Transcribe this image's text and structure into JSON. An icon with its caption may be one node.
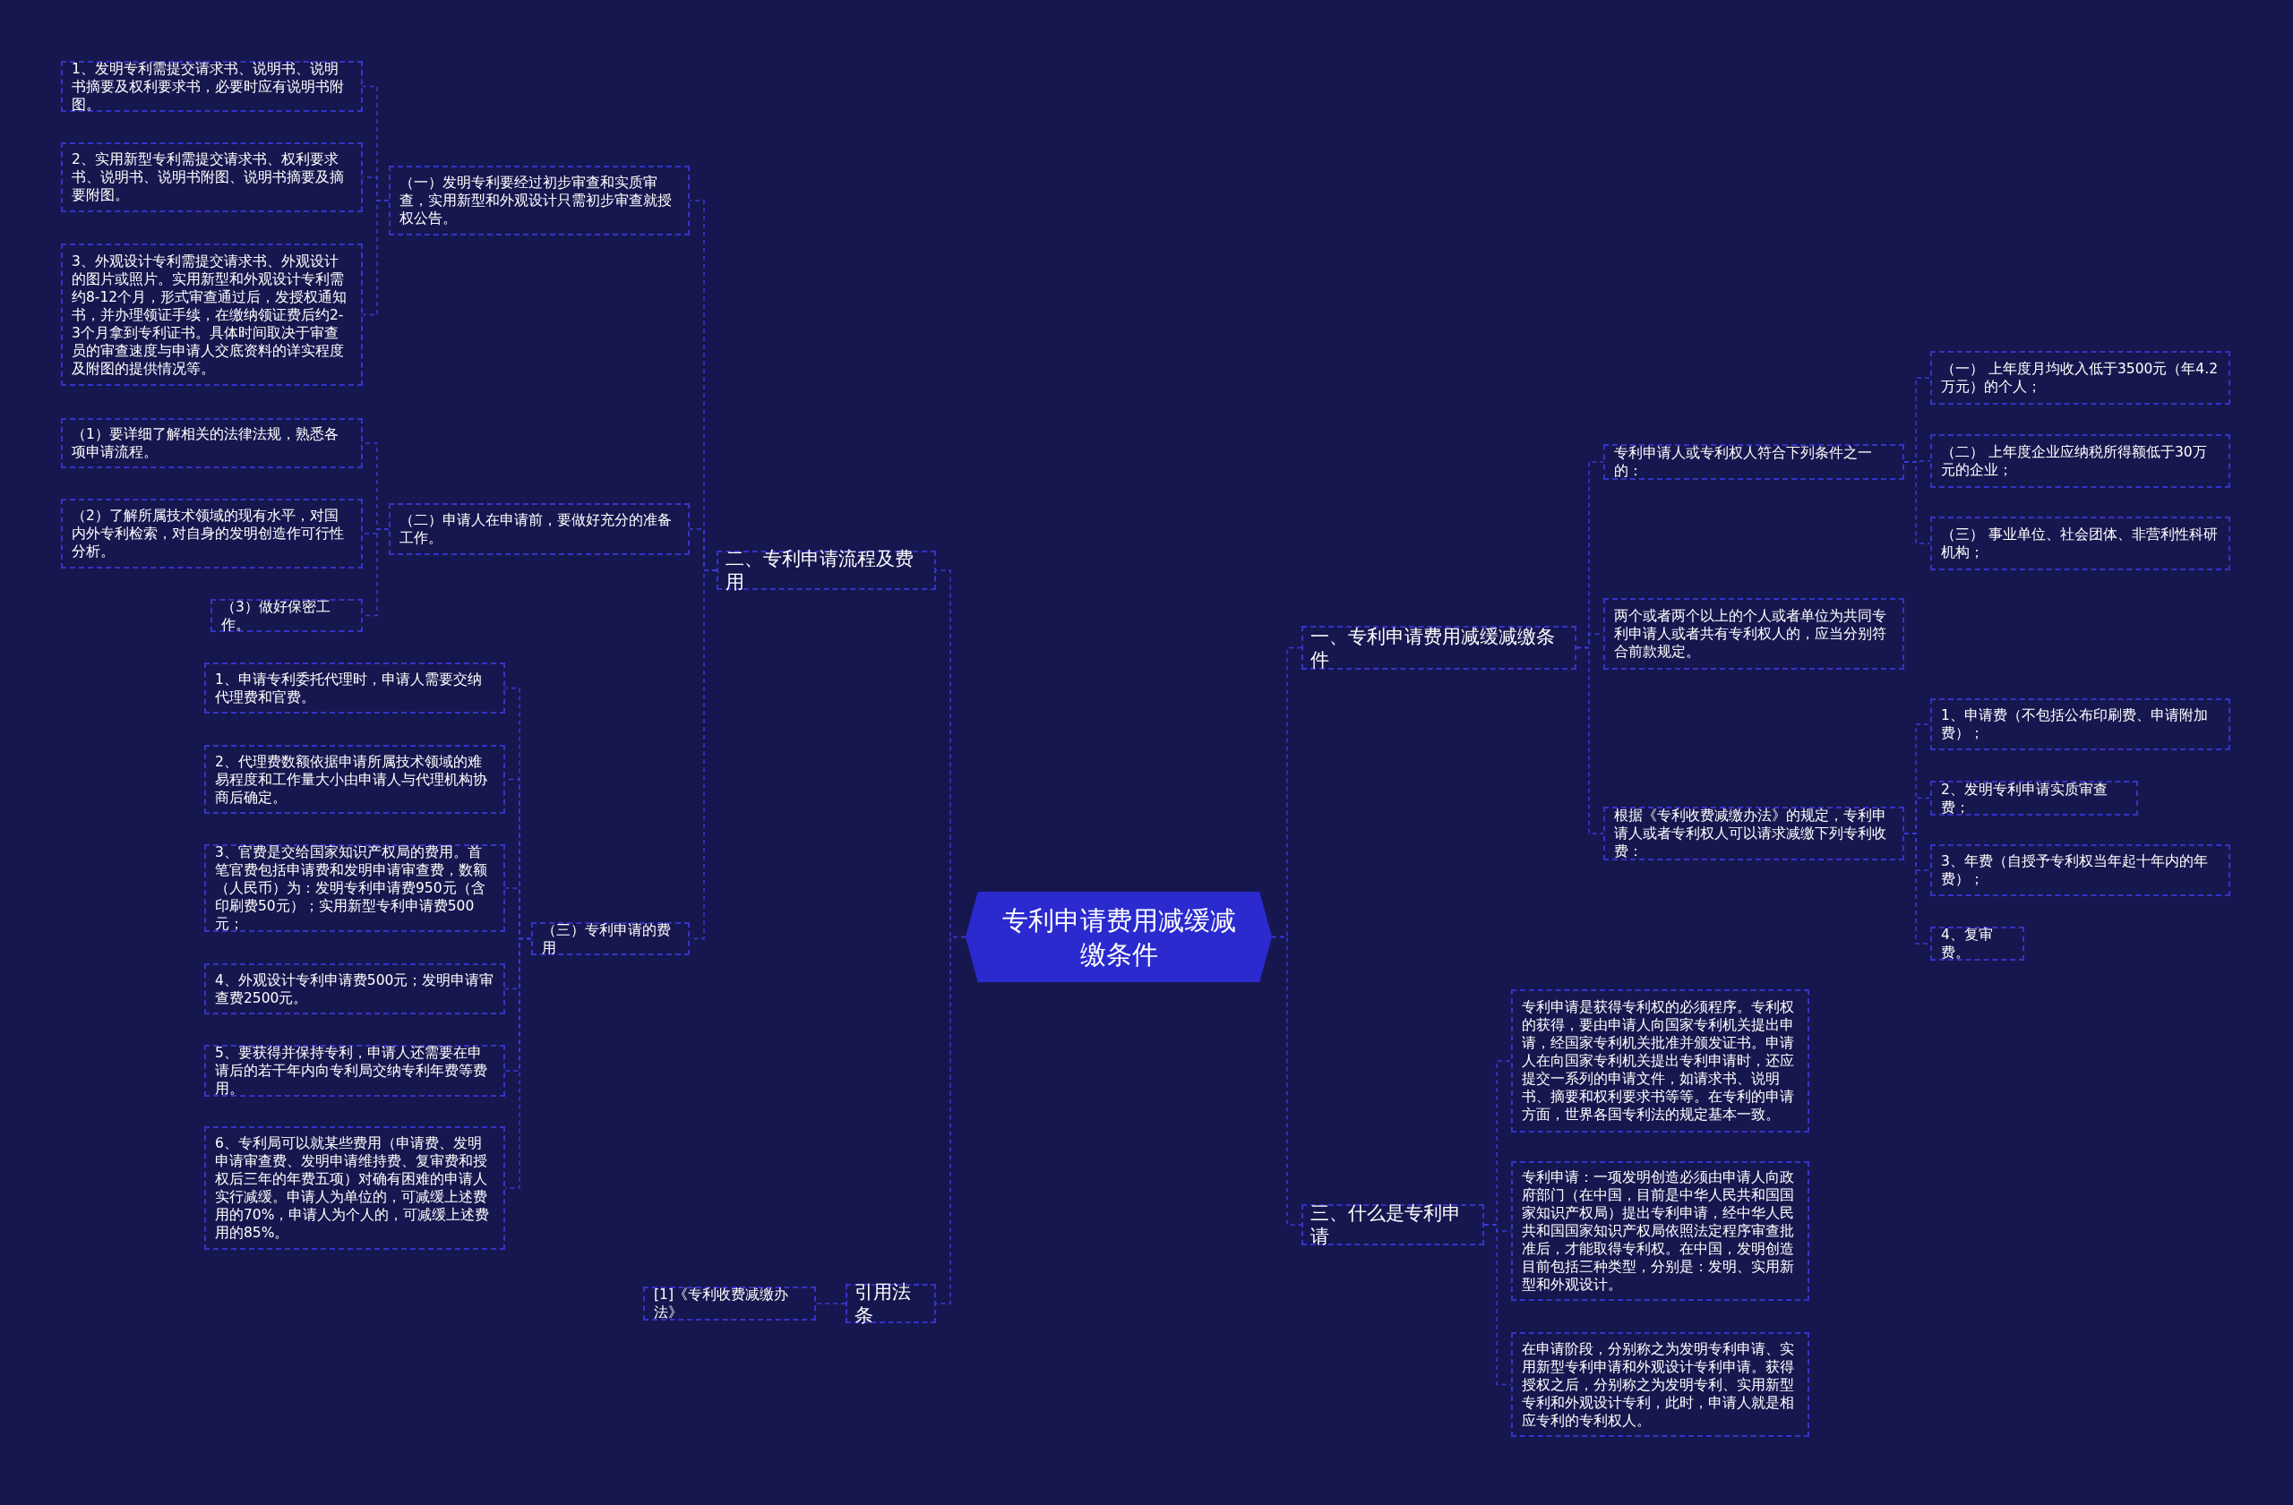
{
  "diagram": {
    "nodes": [
      {
        "text": [
          "专利申请费用减缓减缴条件"
        ]
      },
      {
        "text": [
          "一、专利申请费用减缓减缴条件"
        ]
      },
      {
        "text": [
          "专利申请人或专利权人符合下列条件之一的："
        ]
      },
      {
        "text": [
          "（一） 上年度月均收入低于3500元（年4.2万元）的个人；"
        ]
      },
      {
        "text": [
          "（二） 上年度企业应纳税所得额低于30万元的企业；"
        ]
      },
      {
        "text": [
          "（三） 事业单位、社会团体、非营利性科研机构；"
        ]
      },
      {
        "text": [
          "两个或者两个以上的个人或者单位为共同专利申请人或者共有专利权人的，应当分别符合前款规定。"
        ]
      },
      {
        "text": [
          "根据《专利收费减缴办法》的规定，专利申请人或者专利权人可以请求减缴下列专利收费："
        ]
      },
      {
        "text": [
          "1、申请费（不包括公布印刷费、申请附加费）；"
        ]
      },
      {
        "text": [
          "2、发明专利申请实质审查费；"
        ]
      },
      {
        "text": [
          "3、年费（自授予专利权当年起十年内的年费）；"
        ]
      },
      {
        "text": [
          "4、复审费。"
        ]
      },
      {
        "text": [
          "三、什么是专利申请"
        ]
      },
      {
        "text": [
          "专利申请是获得专利权的必须程序。专利权的获得，要由申请人向国家专利机关提出申请，经国家专利机关批准并颁发证书。申请人在向国家专利机关提出专利申请时，还应提交一系列的申请文件，如请求书、说明书、摘要和权利要求书等等。在专利的申请方面，世界各国专利法的规定基本一致。"
        ]
      },
      {
        "text": [
          "专利申请：一项发明创造必须由申请人向政府部门（在中国，目前是中华人民共和国国家知识产权局）提出专利申请，经中华人民共和国国家知识产权局依照法定程序审查批准后，才能取得专利权。在中国，发明创造目前包括三种类型，分别是：发明、实用新型和外观设计。"
        ]
      },
      {
        "text": [
          "在申请阶段，分别称之为发明专利申请、实用新型专利申请和外观设计专利申请。获得授权之后，分别称之为发明专利、实用新型专利和外观设计专利，此时，申请人就是相应专利的专利权人。"
        ]
      },
      {
        "text": [
          "二、专利申请流程及费用"
        ]
      },
      {
        "text": [
          "（一）发明专利要经过初步审查和实质审查，实用新型和外观设计只需初步审查就授权公告。"
        ]
      },
      {
        "text": [
          "1、发明专利需提交请求书、说明书、说明书摘要及权利要求书，必要时应有说明书附图。"
        ]
      },
      {
        "text": [
          "2、实用新型专利需提交请求书、权利要求书、说明书、说明书附图、说明书摘要及摘要附图。"
        ]
      },
      {
        "text": [
          "3、外观设计专利需提交请求书、外观设计的图片或照片。实用新型和外观设计专利需约8-12个月，形式审查通过后，发授权通知书，并办理领证手续，在缴纳领证费后约2-3个月拿到专利证书。具体时间取决于审查员的审查速度与申请人交底资料的详实程度及附图的提供情况等。"
        ]
      },
      {
        "text": [
          "（二）申请人在申请前，要做好充分的准备工作。"
        ]
      },
      {
        "text": [
          "（1）要详细了解相关的法律法规，熟悉各项申请流程。"
        ]
      },
      {
        "text": [
          "（2）了解所属技术领域的现有水平，对国内外专利检索，对自身的发明创造作可行性分析。"
        ]
      },
      {
        "text": [
          "（3）做好保密工作。"
        ]
      },
      {
        "text": [
          "（三）专利申请的费用"
        ]
      },
      {
        "text": [
          "1、申请专利委托代理时，申请人需要交纳代理费和官费。"
        ]
      },
      {
        "text": [
          "2、代理费数额依据申请所属技术领域的难易程度和工作量大小由申请人与代理机构协商后确定。"
        ]
      },
      {
        "text": [
          "3、官费是交给国家知识产权局的费用。首笔官费包括申请费和发明申请审查费，数额（人民币）为：发明专利申请费950元（含印刷费50元）；实用新型专利申请费500元；"
        ]
      },
      {
        "text": [
          "4、外观设计专利申请费500元；发明申请审查费2500元。"
        ]
      },
      {
        "text": [
          "5、要获得并保持专利，申请人还需要在申请后的若干年内向专利局交纳专利年费等费用。"
        ]
      },
      {
        "text": [
          "6、专利局可以就某些费用（申请费、发明申请审查费、发明申请维持费、复审费和授权后三年的年费五项）对确有困难的申请人实行减缓。申请人为单位的，可减缓上述费用的70%，申请人为个人的，可减缓上述费用的85%。"
        ]
      },
      {
        "text": [
          "引用法条"
        ]
      },
      {
        "text": [
          "[1]《专利收费减缴办法》"
        ]
      }
    ],
    "edges": [
      {
        "from": 0,
        "to": 1,
        "arrow": "none"
      },
      {
        "from": 1,
        "to": 2,
        "arrow": "none"
      },
      {
        "from": 2,
        "to": 3,
        "arrow": "none"
      },
      {
        "from": 2,
        "to": 4,
        "arrow": "none"
      },
      {
        "from": 2,
        "to": 5,
        "arrow": "none"
      },
      {
        "from": 1,
        "to": 6,
        "arrow": "none"
      },
      {
        "from": 1,
        "to": 7,
        "arrow": "none"
      },
      {
        "from": 7,
        "to": 8,
        "arrow": "none"
      },
      {
        "from": 7,
        "to": 9,
        "arrow": "none"
      },
      {
        "from": 7,
        "to": 10,
        "arrow": "none"
      },
      {
        "from": 7,
        "to": 11,
        "arrow": "none"
      },
      {
        "from": 0,
        "to": 12,
        "arrow": "none"
      },
      {
        "from": 12,
        "to": 13,
        "arrow": "none"
      },
      {
        "from": 12,
        "to": 14,
        "arrow": "none"
      },
      {
        "from": 12,
        "to": 15,
        "arrow": "none"
      },
      {
        "from": 0,
        "to": 16,
        "arrow": "none"
      },
      {
        "from": 16,
        "to": 17,
        "arrow": "none"
      },
      {
        "from": 17,
        "to": 18,
        "arrow": "none"
      },
      {
        "from": 17,
        "to": 19,
        "arrow": "none"
      },
      {
        "from": 17,
        "to": 20,
        "arrow": "none"
      },
      {
        "from": 16,
        "to": 21,
        "arrow": "none"
      },
      {
        "from": 21,
        "to": 22,
        "arrow": "none"
      },
      {
        "from": 21,
        "to": 23,
        "arrow": "none"
      },
      {
        "from": 21,
        "to": 24,
        "arrow": "none"
      },
      {
        "from": 16,
        "to": 25,
        "arrow": "none"
      },
      {
        "from": 25,
        "to": 26,
        "arrow": "none"
      },
      {
        "from": 25,
        "to": 27,
        "arrow": "none"
      },
      {
        "from": 25,
        "to": 28,
        "arrow": "none"
      },
      {
        "from": 25,
        "to": 29,
        "arrow": "none"
      },
      {
        "from": 25,
        "to": 30,
        "arrow": "none"
      },
      {
        "from": 25,
        "to": 31,
        "arrow": "none"
      },
      {
        "from": 0,
        "to": 32,
        "arrow": "none"
      },
      {
        "from": 32,
        "to": 33,
        "arrow": "none"
      }
    ]
  }
}
